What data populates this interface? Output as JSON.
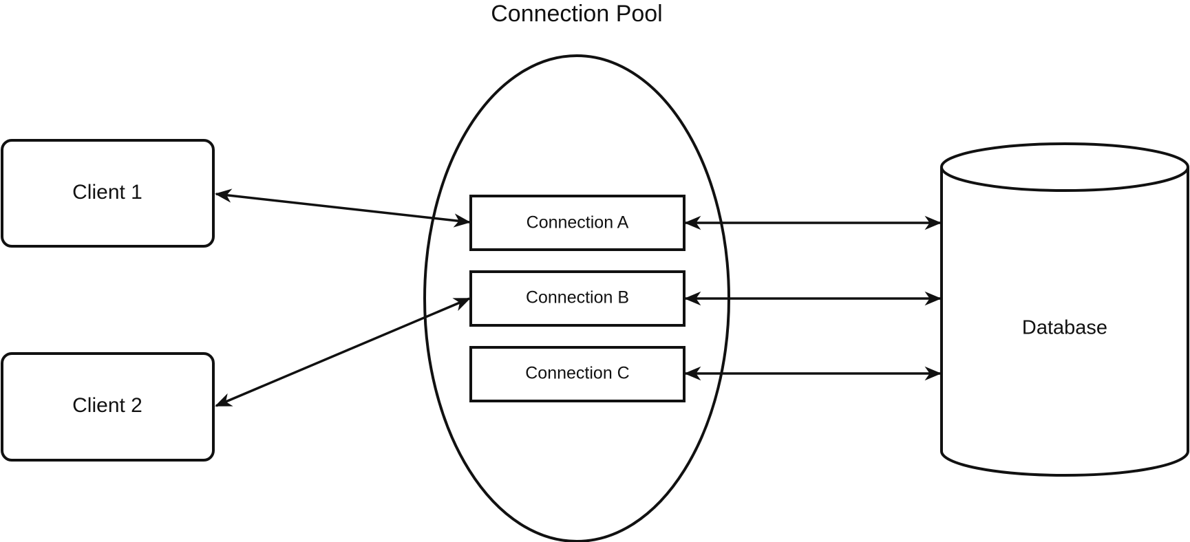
{
  "title": "Connection Pool",
  "clients": [
    {
      "label": "Client 1"
    },
    {
      "label": "Client 2"
    }
  ],
  "pool": {
    "connections": [
      {
        "label": "Connection A"
      },
      {
        "label": "Connection B"
      },
      {
        "label": "Connection C"
      }
    ]
  },
  "database": {
    "label": "Database"
  },
  "links": [
    {
      "from": "Client 1",
      "to": "Connection A",
      "bidirectional": true
    },
    {
      "from": "Client 2",
      "to": "Connection B",
      "bidirectional": true
    },
    {
      "from": "Connection A",
      "to": "Database",
      "bidirectional": true
    },
    {
      "from": "Connection B",
      "to": "Database",
      "bidirectional": true
    },
    {
      "from": "Connection C",
      "to": "Database",
      "bidirectional": true
    }
  ],
  "colors": {
    "stroke": "#111111",
    "background": "#ffffff"
  }
}
